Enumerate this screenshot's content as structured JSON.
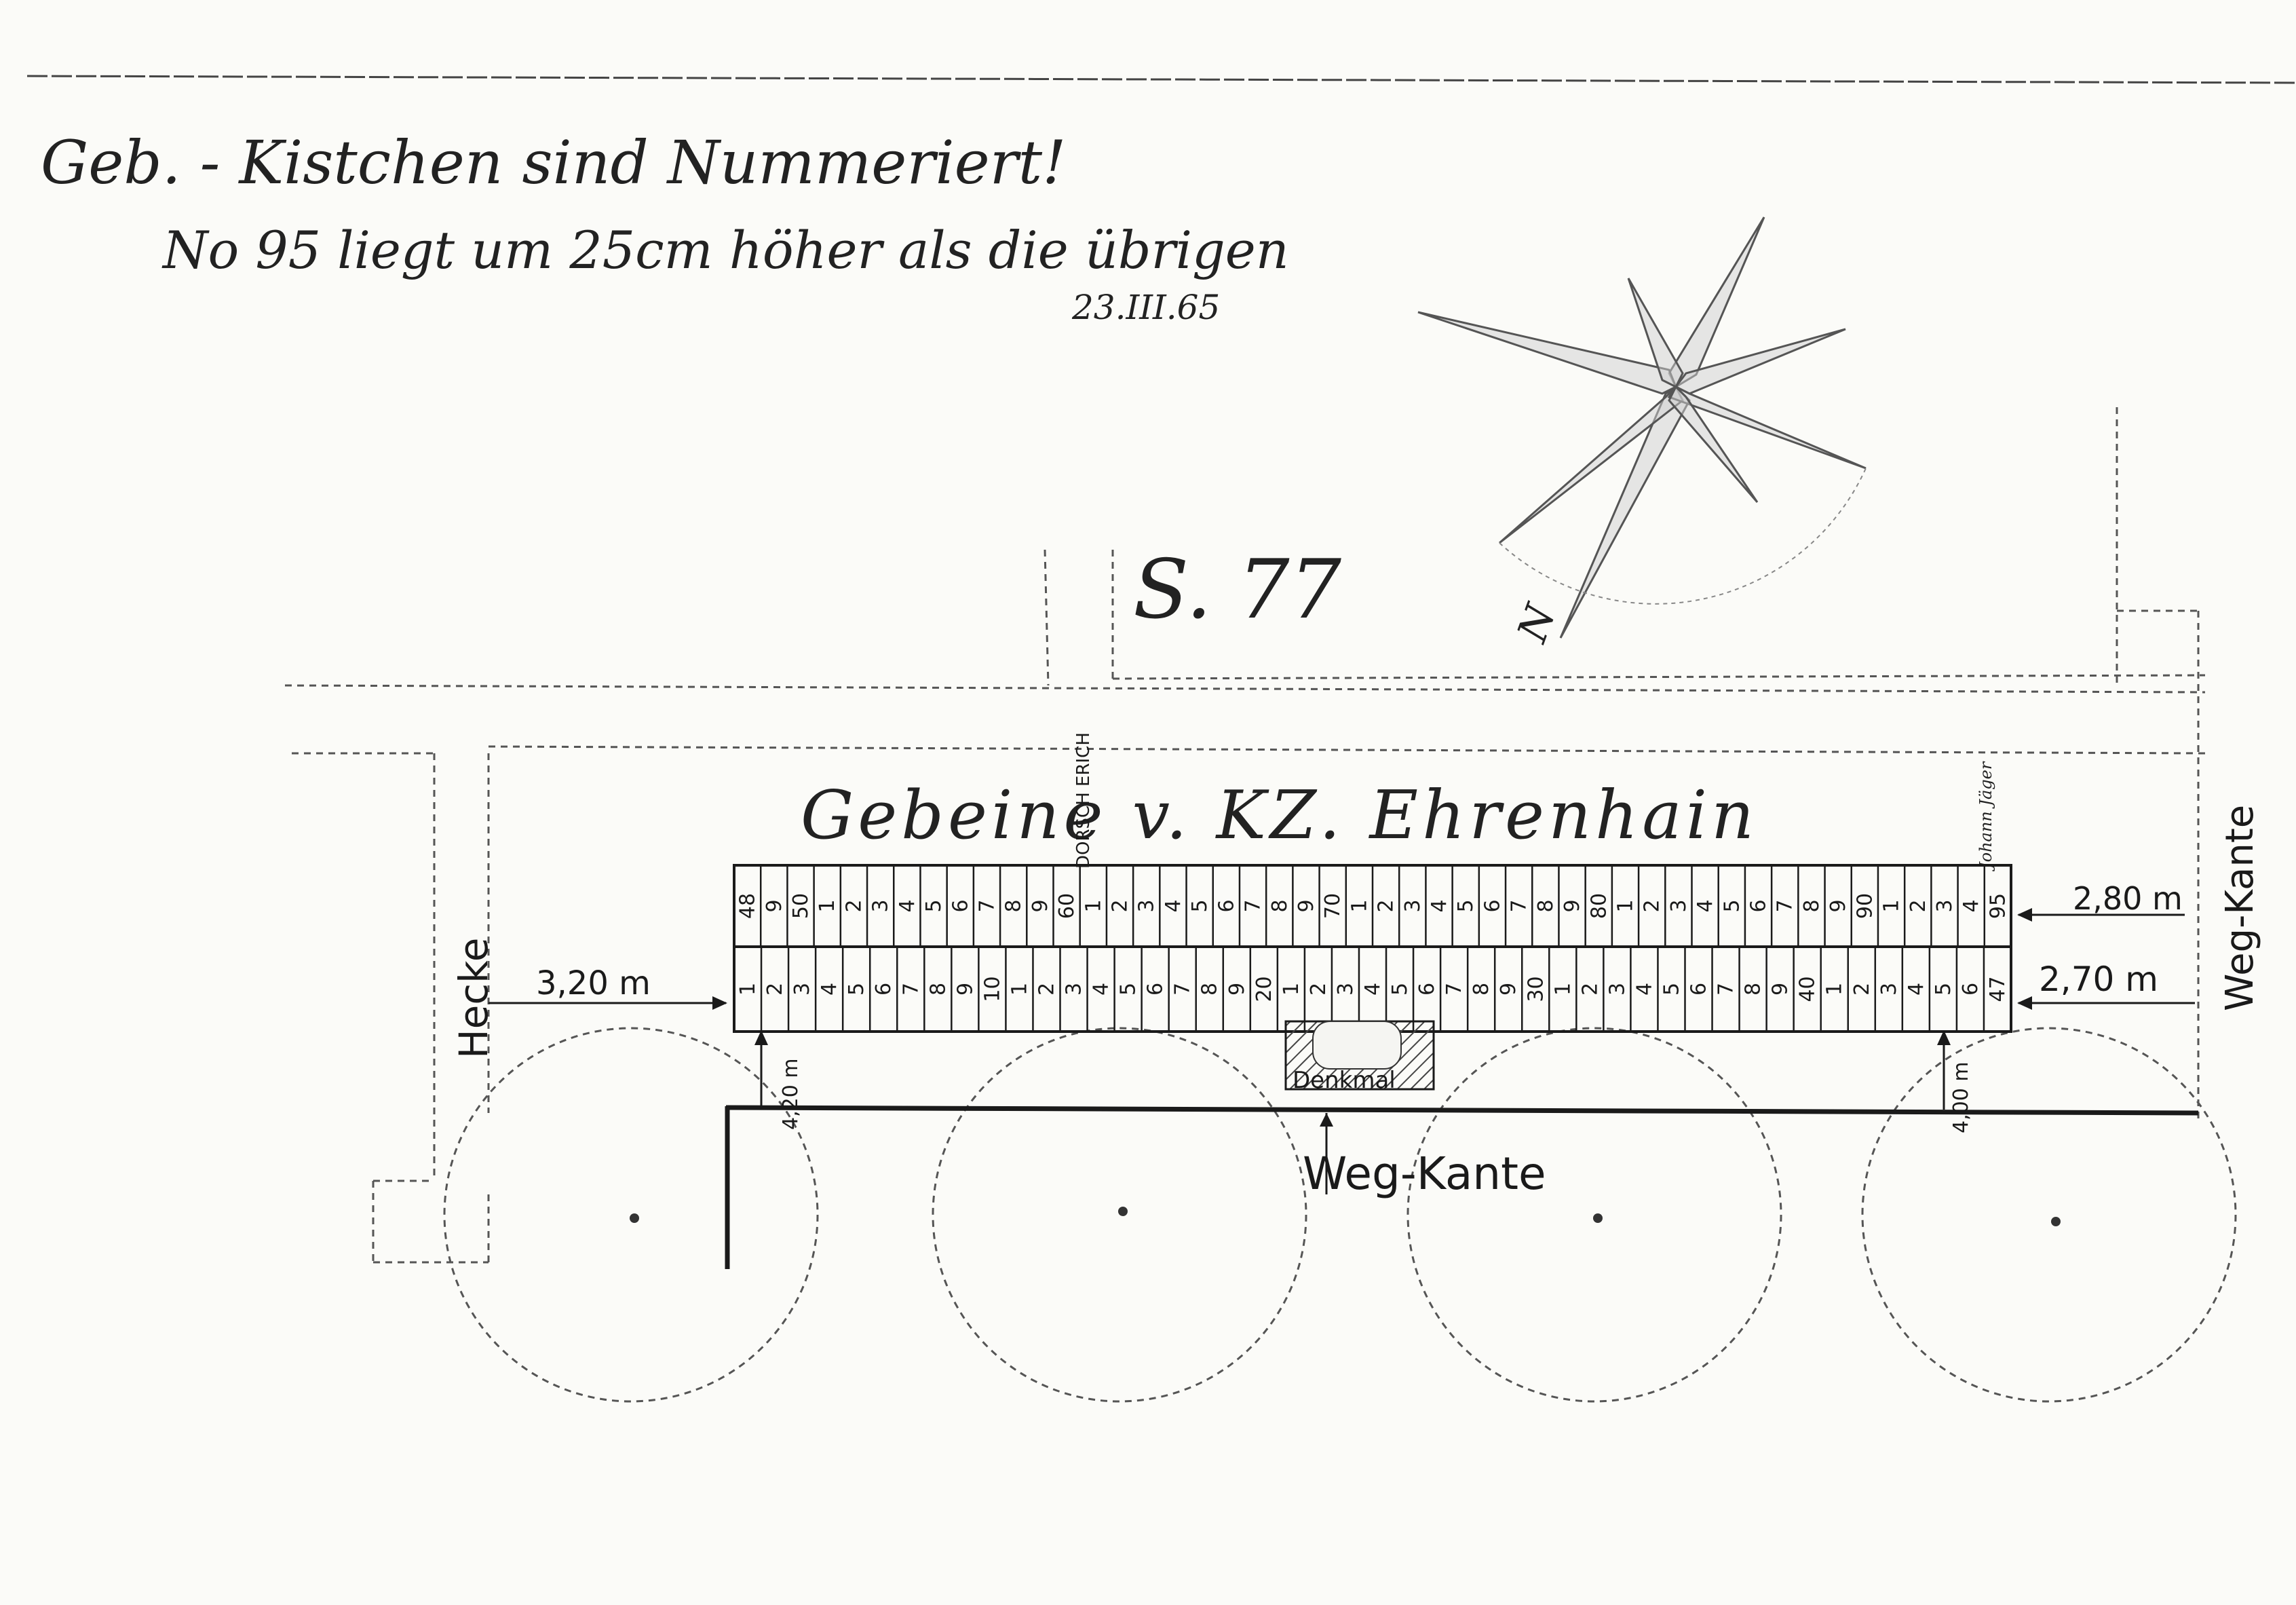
{
  "header": {
    "note_line1": "Geb. - Kistchen sind Nummeriert!",
    "note_line2": "No 95 liegt um 25cm höher als die übrigen",
    "note_date": "23.III.65"
  },
  "sheet_ref": "S. 77",
  "title": "Gebeine v. KZ. Ehrenhain",
  "compass": {
    "north_label": "N"
  },
  "labels": {
    "hedge": "Hecke",
    "path_edge_bottom": "Weg-Kante",
    "path_edge_right": "Weg-Kante",
    "memorial": "Denkmal",
    "name_left": "DORSCH ERICH",
    "name_right": "Johann Jäger"
  },
  "dimensions": {
    "left_distance": "3,20 m",
    "right_top_distance": "2,80 m",
    "right_bottom_distance": "2,70 m",
    "left_vertical": "4,20 m",
    "right_vertical": "4,00 m"
  },
  "grave_grid": {
    "top_row": [
      "48",
      "9",
      "50",
      "1",
      "2",
      "3",
      "4",
      "5",
      "6",
      "7",
      "8",
      "9",
      "60",
      "1",
      "2",
      "3",
      "4",
      "5",
      "6",
      "7",
      "8",
      "9",
      "70",
      "1",
      "2",
      "3",
      "4",
      "5",
      "6",
      "7",
      "8",
      "9",
      "80",
      "1",
      "2",
      "3",
      "4",
      "5",
      "6",
      "7",
      "8",
      "9",
      "90",
      "1",
      "2",
      "3",
      "4",
      "95"
    ],
    "bottom_row": [
      "1",
      "2",
      "3",
      "4",
      "5",
      "6",
      "7",
      "8",
      "9",
      "10",
      "1",
      "2",
      "3",
      "4",
      "5",
      "6",
      "7",
      "8",
      "9",
      "20",
      "1",
      "2",
      "3",
      "4",
      "5",
      "6",
      "7",
      "8",
      "9",
      "30",
      "1",
      "2",
      "3",
      "4",
      "5",
      "6",
      "7",
      "8",
      "9",
      "40",
      "1",
      "2",
      "3",
      "4",
      "5",
      "6",
      "47"
    ]
  }
}
